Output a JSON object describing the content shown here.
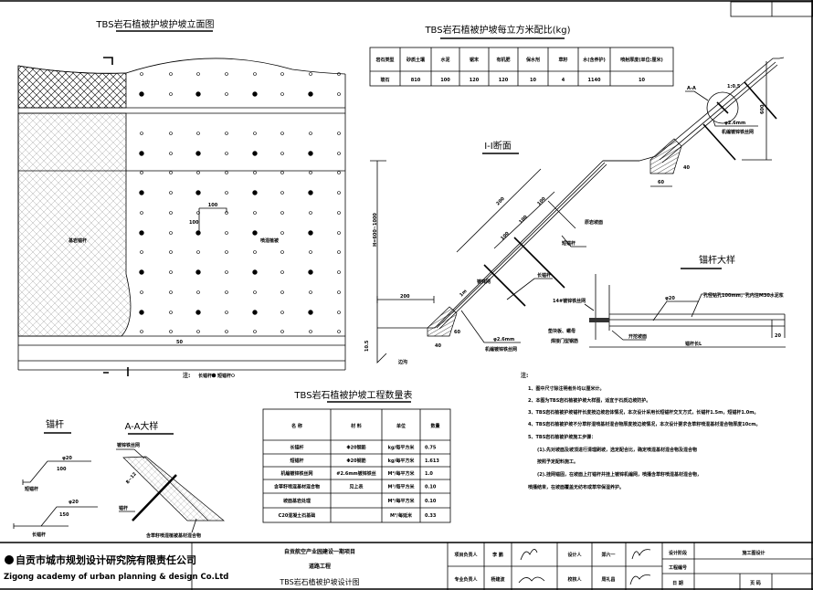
{
  "elevation": {
    "title": "TBS岩石植被护坡护坡立面图",
    "label_rock": "基岩锚杆",
    "label_net": "喷混植被",
    "dim_100": "100",
    "dim_100v": "100",
    "dim_50": "50",
    "note_label": "注:",
    "legend_long": "长锚杆",
    "legend_short": "短锚杆"
  },
  "mix_table": {
    "title": "TBS岩石植被护坡每立方米配比(kg)",
    "headers": [
      "岩石类型",
      "砂质土壤",
      "水泥",
      "锯末",
      "有机肥",
      "保水剂",
      "草籽",
      "水(含养护)",
      "喷射厚度(单位:厘米)"
    ],
    "row": [
      "玻石",
      "810",
      "100",
      "120",
      "120",
      "10",
      "4",
      "1140",
      "10"
    ]
  },
  "section": {
    "title": "I-I断面",
    "dim_200": "200",
    "dim_100a": "100",
    "dim_100b": "100",
    "dim_100c": "100",
    "dim_1m": "1m",
    "label_slope": "原岩坡面",
    "label_short": "短锚杆",
    "label_long": "长锚杆",
    "label_net_a": "镀锌网",
    "label_wire": "φ2.6mm",
    "label_wire2": "机编镀锌铁丝网",
    "dim_h": "H=600~1000",
    "dim_base": "200",
    "dim_40": "40",
    "dim_60": "60",
    "dim_105": "10.5",
    "label_ditch": "边沟"
  },
  "aa_section": {
    "label": "A-A",
    "dim": "φ2.6mm",
    "label2": "机编镀锌铁丝网",
    "dim_60": "60",
    "dim_40": "40",
    "dim_h": "600",
    "dim_r": "1:0.5"
  },
  "anchor_detail": {
    "title": "锚杆大样",
    "label_phi": "φ20",
    "label_grout": "孔径钻孔100mm，孔内注M30水泥浆",
    "label_net": "14#镀锌铁丝网",
    "label_nut": "垫块板、螺母",
    "label_weld": "焊接门型钢筋",
    "label_face": "开挖坡面",
    "dim_L": "锚杆长L",
    "dim_20": "20"
  },
  "anchor_small": {
    "title": "锚杆",
    "phi1": "φ20",
    "len1": "100",
    "name1": "短锚杆",
    "phi2": "φ20",
    "len2": "150",
    "name2": "长锚杆"
  },
  "aa_detail": {
    "title": "A-A大样",
    "label_net": "镀锌铁丝网",
    "dim": "8~12",
    "label_rod": "锚杆",
    "label_mix": "含草籽喷混植被基材混合物"
  },
  "qty_table": {
    "title": "TBS岩石植被护坡工程数量表",
    "headers": [
      "名 称",
      "材 料",
      "单位",
      "数量"
    ],
    "rows": [
      [
        "长锚杆",
        "Φ20钢筋",
        "kg/每平方米",
        "0.75"
      ],
      [
        "短锚杆",
        "Φ20钢筋",
        "kg/每平方米",
        "1.613"
      ],
      [
        "机编镀锌铁丝网",
        "#2.6mm镀锌铁丝",
        "M²/每平方米",
        "1.0"
      ],
      [
        "含草籽喷混基材混合物",
        "见上表",
        "M³/每平方米",
        "0.10"
      ],
      [
        "坡面基岩处理",
        "",
        "M³/每平方米",
        "0.10"
      ],
      [
        "C20混凝土石基础",
        "",
        "M³/每延米",
        "0.33"
      ]
    ]
  },
  "notes": {
    "title": "注:",
    "items": [
      "1、图中尺寸除注明者外均以厘米计。",
      "2、本图为TBS岩石植被护坡大样图，适宜于石质边坡防护。",
      "3、TBS岩石植被护坡锚杆长度按边坡岩体情况，本次设计采用长短锚杆交叉方式，长锚杆1.5m，短锚杆1.0m。",
      "4、TBS岩石植被护坡不分草籽混喷基材混合物厚度按边坡情况，本次设计要求含草籽喷混基材混合物厚度10cm。",
      "5、TBS岩石植被护坡施工步骤：",
      "(1).先对坡面及坡顶进行清理刷坡，选定配合比，确定喷混基材混合物及混合物",
      "按照予定配料施工。",
      "(2).挂网锚固，在坡面上打锚杆并挂上镀锌机编网，喷播含草籽喷混基材混合物，",
      "喷播结束，在坡面覆盖无纺布或草帘保湿养护。"
    ]
  },
  "title_block": {
    "company_cn": "自贡市城市规划设计研究院有限责任公司",
    "company_en": "Zigong academy of urban planning & design Co.Ltd",
    "project": "自贡航空产业园建设一期项目",
    "subproject": "道路工程",
    "drawing": "TBS岩石植被护坡设计图",
    "pm_label": "项目负责人",
    "pm": "李 鹏",
    "lead_label": "专业负责人",
    "lead": "杨建波",
    "designer_label": "设计人",
    "designer": "郑六一",
    "checker_label": "校核人",
    "checker": "周礼昌",
    "stage_label": "设计阶段",
    "stage": "施工图设计",
    "proj_no_label": "工程编号",
    "date_label": "日 期",
    "page_label": "页 码"
  }
}
